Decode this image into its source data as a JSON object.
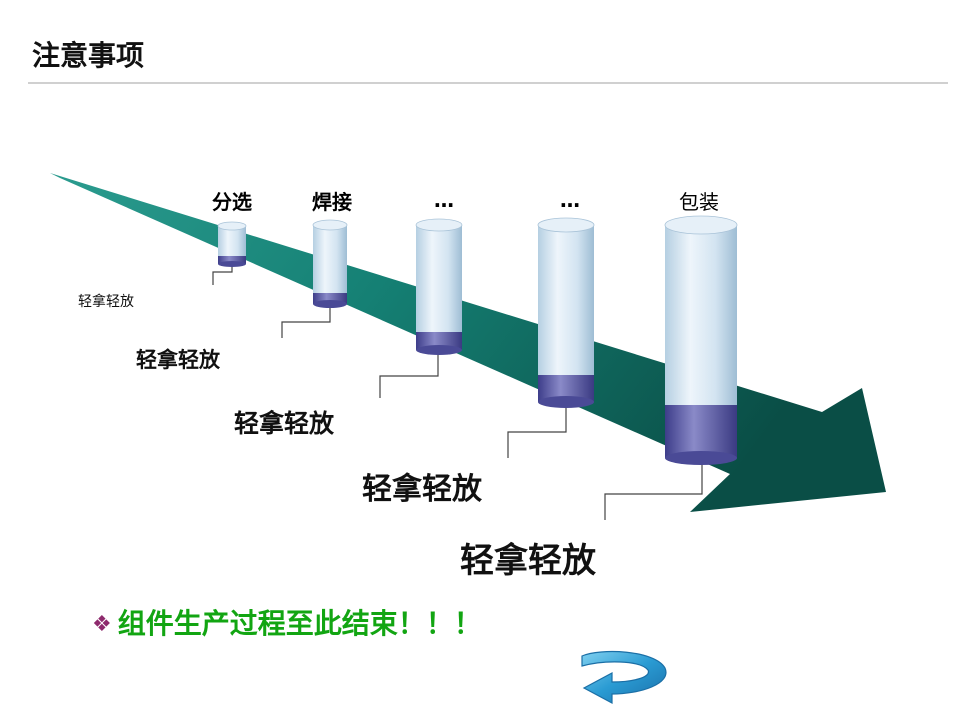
{
  "header": {
    "title": "注意事项"
  },
  "stages": [
    {
      "label": "分选"
    },
    {
      "label": "焊接"
    },
    {
      "label": "…"
    },
    {
      "label": "…"
    },
    {
      "label": "包装"
    }
  ],
  "notes": [
    "轻拿轻放",
    "轻拿轻放",
    "轻拿轻放",
    "轻拿轻放",
    "轻拿轻放"
  ],
  "conclusion": {
    "bullet": "❖",
    "text": "组件生产过程至此结束！！！"
  },
  "colors": {
    "arrow_dark": "#0c5a51",
    "arrow_mid": "#1a8f83",
    "cylinder_body": "#cfe1ef",
    "cylinder_band": "#5a5aa6",
    "conclusion_text": "#12a512",
    "bullet": "#8e2a6d",
    "return_arrow": "#2fa3d6"
  },
  "icons": {
    "return": "curved-return-arrow-icon"
  }
}
